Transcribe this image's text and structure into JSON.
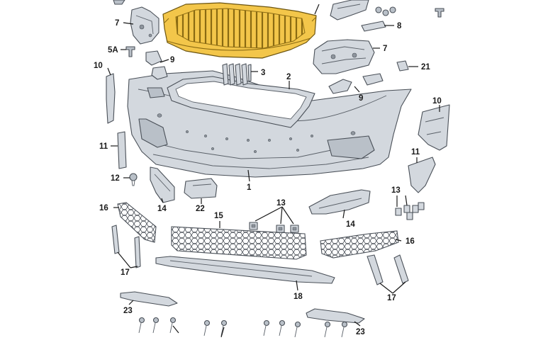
{
  "labels": {
    "l1": "1",
    "l2": "2",
    "l3": "3",
    "l5a": "5A",
    "l7a": "7",
    "l7b": "7",
    "l8": "8",
    "l9a": "9",
    "l9b": "9",
    "l10a": "10",
    "l10b": "10",
    "l11a": "11",
    "l11b": "11",
    "l12": "12",
    "l13a": "13",
    "l13b": "13",
    "l14a": "14",
    "l14b": "14",
    "l15": "15",
    "l16a": "16",
    "l16b": "16",
    "l17a": "17",
    "l17b": "17",
    "l18": "18",
    "l21": "21",
    "l22": "22",
    "l23a": "23",
    "l23b": "23"
  },
  "colors": {
    "highlight": "#f3c64a",
    "part": "#d3d8de"
  }
}
